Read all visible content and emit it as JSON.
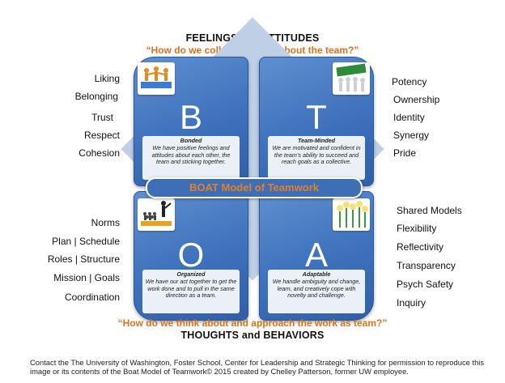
{
  "top": {
    "heading": "FEELINGS and ATTITUDES",
    "question": "“How do we collectively feel about the team?”"
  },
  "bottom": {
    "question": "“How do we think about and approach the work as team?”",
    "heading": "THOUGHTS and BEHAVIORS"
  },
  "banner": "BOAT Model of Teamwork",
  "quadrants": {
    "b": {
      "letter": "B",
      "title": "Bonded",
      "text": "We have positive feelings and attitudes about each other, the team and sticking together."
    },
    "t": {
      "letter": "T",
      "title": "Team-Minded",
      "text": "We are motivated and confident in the team’s ability to succeed and reach goals as a collective."
    },
    "o": {
      "letter": "O",
      "title": "Organized",
      "text": "We have our act together to get the work done and to pull in the same direction as a team."
    },
    "a": {
      "letter": "A",
      "title": "Adaptable",
      "text": "We handle ambiguity and change, learn, and creatively cope with novelty and challenge."
    }
  },
  "left_top_terms": [
    "Liking",
    "Belonging",
    "Trust",
    "Respect",
    "Cohesion"
  ],
  "right_top_terms": [
    "Potency",
    "Ownership",
    "Identity",
    "Synergy",
    "Pride"
  ],
  "left_bottom_terms": [
    "Norms",
    "Plan | Schedule",
    "Roles | Structure",
    "Mission | Goals",
    "Coordination"
  ],
  "right_bottom_terms": [
    "Shared Models",
    "Flexibility",
    "Reflectivity",
    "Transparency",
    "Psych Safety",
    "Inquiry"
  ],
  "footer": "Contact the The University of Washington, Foster School, Center for Leadership and Strategic Thinking for permission to reproduce this image or its contents of the Boat Model of Teamwork© 2015 created by Chelley Patterson, former UW employee.",
  "colors": {
    "accent_orange": "#d9731a",
    "quadrant_blue": "#3e71bc",
    "diamond_blue": "#bfd0e6"
  },
  "icons": [
    "puzzle-people-icon",
    "team-lifting-icon",
    "leader-followers-icon",
    "lightbulb-plants-icon"
  ]
}
